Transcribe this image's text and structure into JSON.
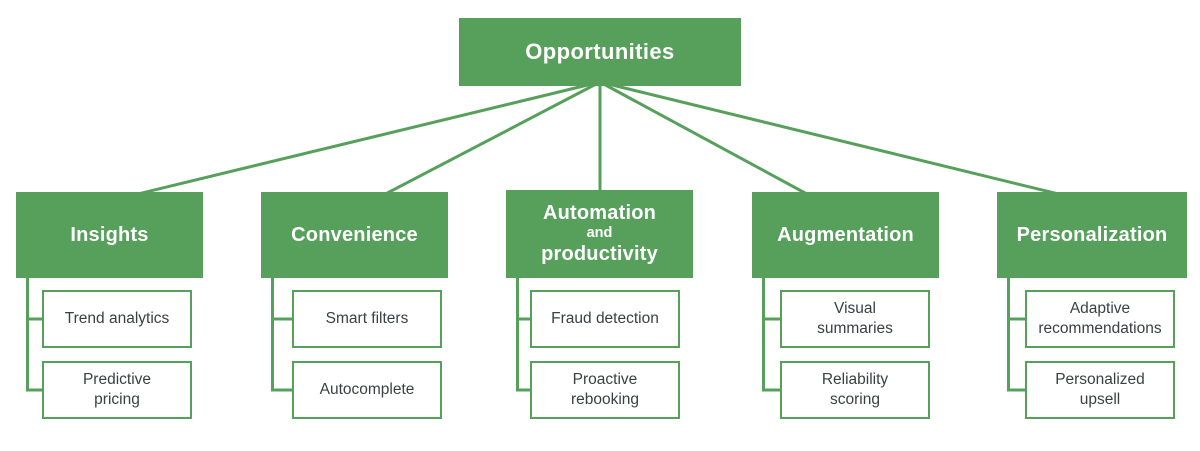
{
  "colors": {
    "accent_green": "#57A05C",
    "leaf_text": "#3C4043",
    "node_text": "#FFFFFF",
    "background": "#FFFFFF"
  },
  "root": {
    "label": "Opportunities"
  },
  "branches": [
    {
      "label": "Insights",
      "children": [
        "Trend analytics",
        "Predictive\npricing"
      ]
    },
    {
      "label": "Convenience",
      "children": [
        "Smart filters",
        "Autocomplete"
      ]
    },
    {
      "label": "Automation and productivity",
      "label_lines": [
        "Automation",
        "and",
        "productivity"
      ],
      "children": [
        "Fraud detection",
        "Proactive\nrebooking"
      ]
    },
    {
      "label": "Augmentation",
      "children": [
        "Visual\nsummaries",
        "Reliability\nscoring"
      ]
    },
    {
      "label": "Personalization",
      "children": [
        "Adaptive\nrecommendations",
        "Personalized\nupsell"
      ]
    }
  ]
}
